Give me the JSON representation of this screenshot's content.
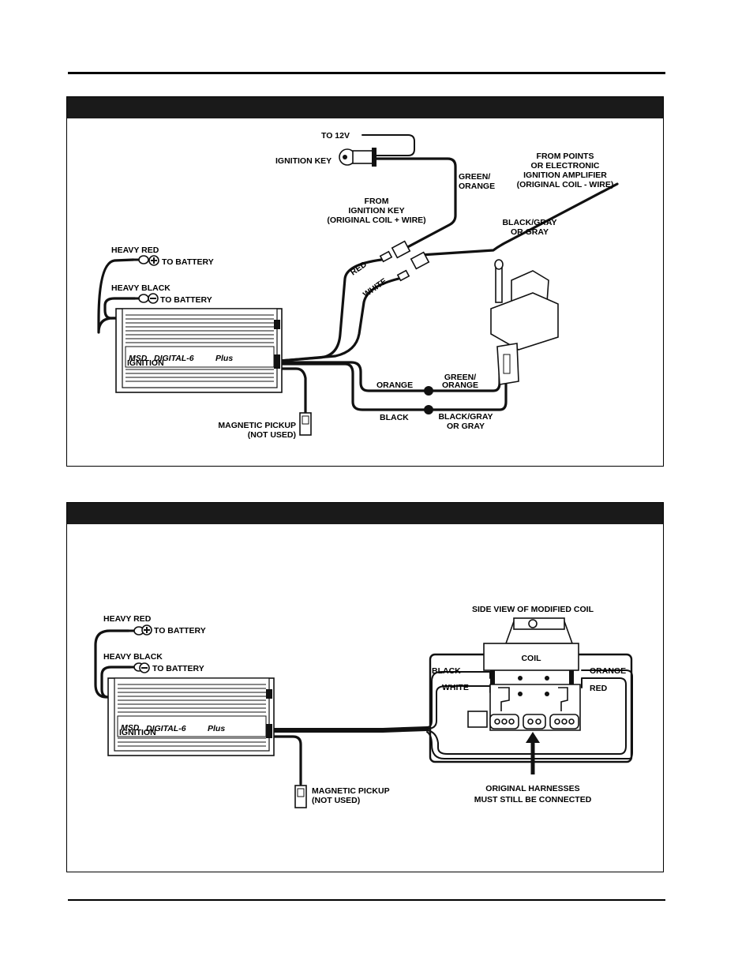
{
  "diagram1": {
    "labels": {
      "to_12v": "TO 12V",
      "ignition_key": "IGNITION KEY",
      "green_orange_top_1": "GREEN/",
      "green_orange_top_2": "ORANGE",
      "from_points_1": "FROM POINTS",
      "from_points_2": "OR ELECTRONIC",
      "from_points_3": "IGNITION AMPLIFIER",
      "from_points_4": "(ORIGINAL COIL - WIRE)",
      "from_key_1": "FROM",
      "from_key_2": "IGNITION KEY",
      "from_key_3": "(ORIGINAL COIL + WIRE)",
      "black_gray_top_1": "BLACK/GRAY",
      "black_gray_top_2": "OR GRAY",
      "heavy_red": "HEAVY RED",
      "to_battery_pos": "TO BATTERY",
      "heavy_black": "HEAVY BLACK",
      "to_battery_neg": "TO BATTERY",
      "red": "RED",
      "white": "WHITE",
      "orange": "ORANGE",
      "green_orange_1": "GREEN/",
      "green_orange_2": "ORANGE",
      "black": "BLACK",
      "black_gray_1": "BLACK/GRAY",
      "black_gray_2": "OR GRAY",
      "mag_pickup_1": "MAGNETIC PICKUP",
      "mag_pickup_2": "(NOT USED)"
    },
    "box": {
      "brand": "MSD",
      "brand_sub": "IGNITION",
      "model": "DIGITAL-6",
      "model_suffix": "Plus"
    }
  },
  "diagram2": {
    "labels": {
      "heavy_red": "HEAVY RED",
      "to_battery_pos": "TO BATTERY",
      "heavy_black": "HEAVY BLACK",
      "to_battery_neg": "TO BATTERY",
      "mag_pickup_1": "MAGNETIC PICKUP",
      "mag_pickup_2": "(NOT USED)",
      "side_view": "SIDE VIEW OF MODIFIED COIL",
      "coil": "COIL",
      "black": "BLACK",
      "orange": "ORANGE",
      "white": "WHITE",
      "red": "RED",
      "harness_1": "ORIGINAL HARNESSES",
      "harness_2": "MUST STILL BE CONNECTED"
    },
    "box": {
      "brand": "MSD",
      "brand_sub": "IGNITION",
      "model": "DIGITAL-6",
      "model_suffix": "Plus"
    }
  }
}
